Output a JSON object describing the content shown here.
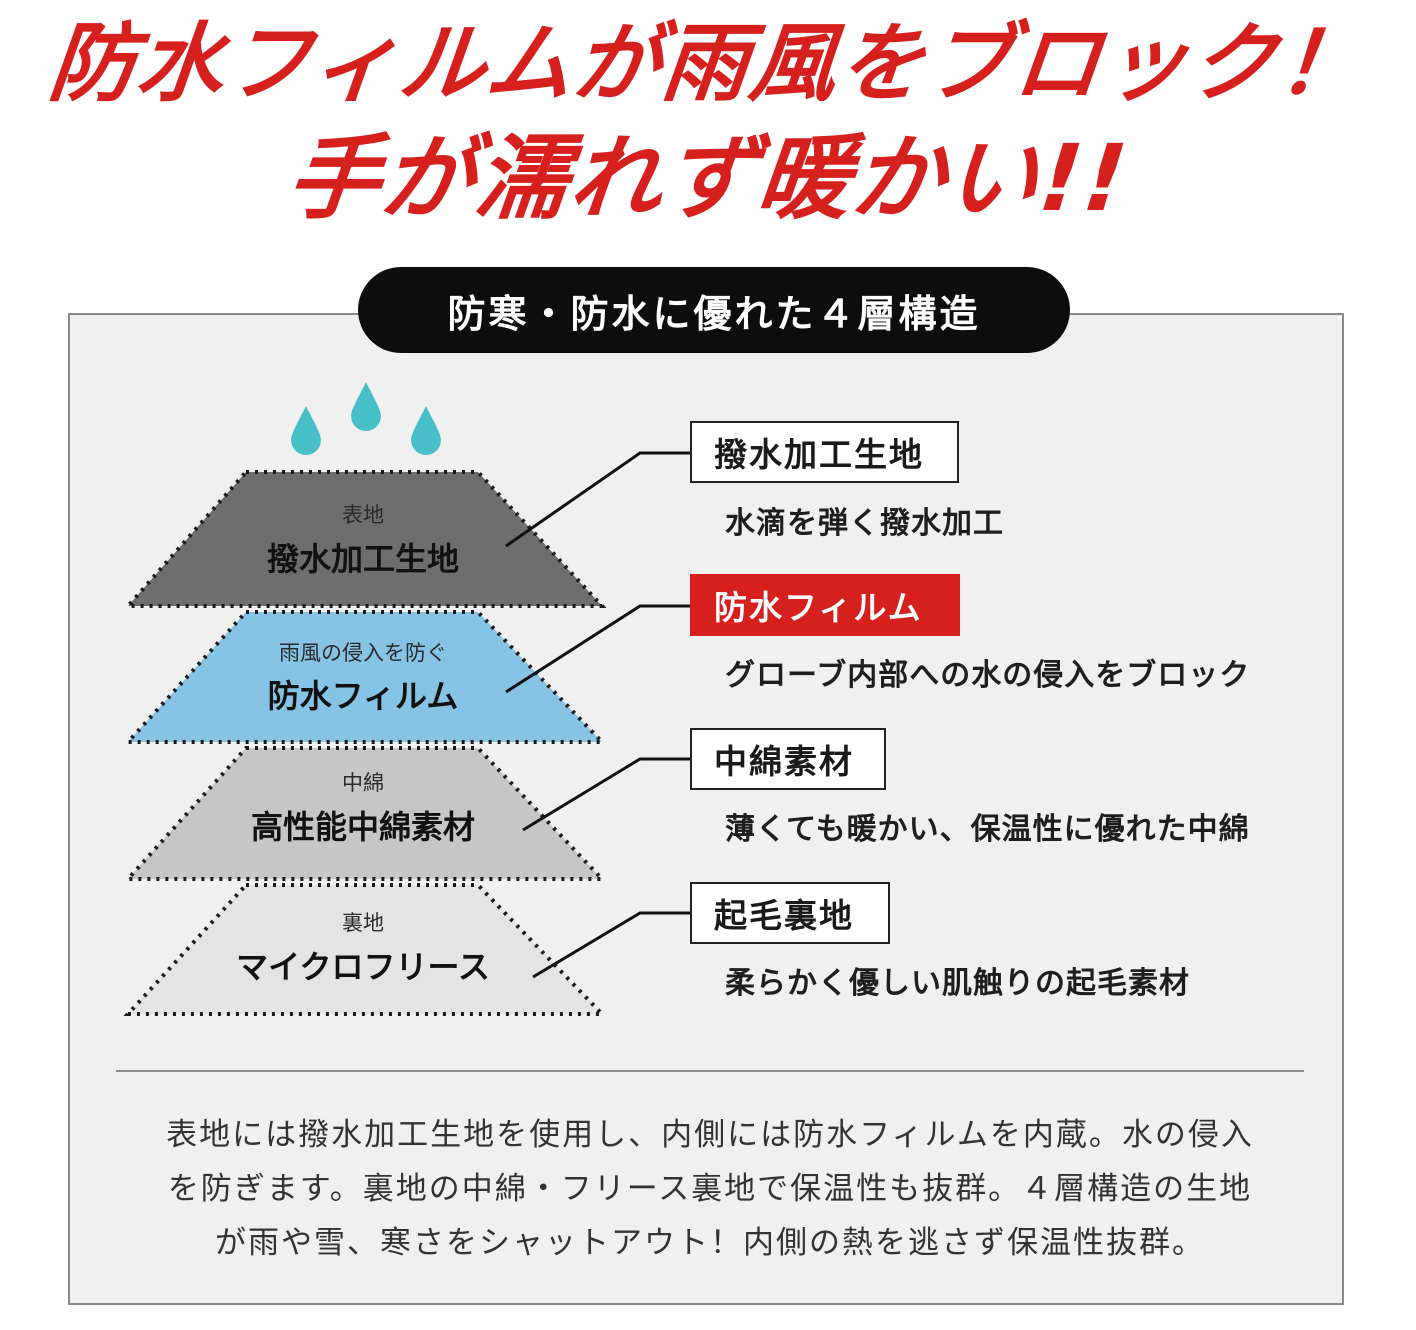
{
  "headline": {
    "line1": "防水フィルムが雨風をブロック！",
    "line2": "手が濡れず暖かい!!"
  },
  "section_title": "防寒・防水に優れた４層構造",
  "colors": {
    "accent_red": "#d6201e",
    "water_drop": "#48bfc8",
    "layer_outer": "#6e6e6e",
    "layer_film": "#86c3e5",
    "layer_padding": "#c6c6c6",
    "layer_fleece": "#e4e4e4"
  },
  "layers": [
    {
      "small": "表地",
      "name": "撥水加工生地",
      "tag": "撥水加工生地",
      "desc": "水滴を弾く撥水加工",
      "highlight": false
    },
    {
      "small": "雨風の侵入を防ぐ",
      "name": "防水フィルム",
      "tag": "防水フィルム",
      "desc": "グローブ内部への水の侵入をブロック",
      "highlight": true
    },
    {
      "small": "中綿",
      "name": "高性能中綿素材",
      "tag": "中綿素材",
      "desc": "薄くても暖かい、保温性に優れた中綿",
      "highlight": false
    },
    {
      "small": "裏地",
      "name": "マイクロフリース",
      "tag": "起毛裏地",
      "desc": "柔らかく優しい肌触りの起毛素材",
      "highlight": false
    }
  ],
  "description": {
    "line1": "表地には撥水加工生地を使用し、内側には防水フィルムを内蔵。水の侵入",
    "line2": "を防ぎます。裏地の中綿・フリース裏地で保温性も抜群。４層構造の生地",
    "line3": "が雨や雪、寒さをシャットアウト！内側の熱を逃さず保温性抜群。"
  }
}
